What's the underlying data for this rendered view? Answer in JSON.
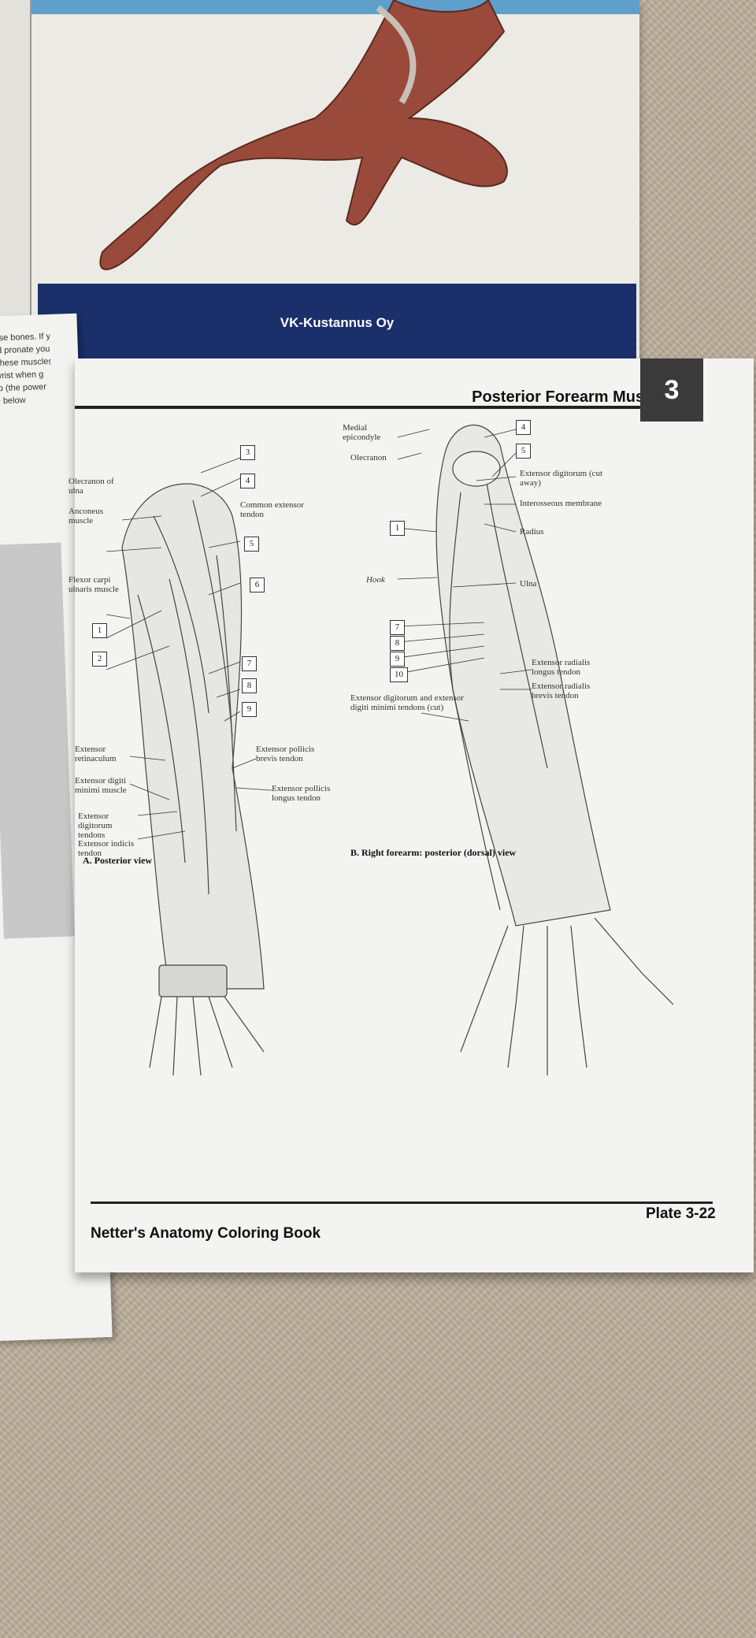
{
  "back_cover": {
    "publisher": "VK-Kustannus Oy"
  },
  "page": {
    "title": "Posterior Forearm Muscles",
    "chapter": "3",
    "footer_book": "Netter's Anatomy Coloring Book",
    "plate": "Plate 3-22"
  },
  "figure_a": {
    "caption": "A. Posterior view",
    "labels": {
      "olecranon": "Olecranon of ulna",
      "anconeus": "Anconeus muscle",
      "common_ext": "Common extensor tendon",
      "fcu": "Flexor carpi ulnaris muscle",
      "ext_ret": "Extensor retinaculum",
      "edm": "Extensor digiti minimi muscle",
      "edt": "Extensor digitorum tendons",
      "eit": "Extensor indicis tendon",
      "epb": "Extensor pollicis brevis tendon",
      "epl": "Extensor pollicis longus tendon"
    },
    "numbers": [
      "3",
      "4",
      "5",
      "6",
      "1",
      "2",
      "7",
      "8",
      "9"
    ]
  },
  "figure_b": {
    "caption": "B. Right forearm: posterior (dorsal) view",
    "labels": {
      "medial_epi": "Medial epicondyle",
      "olecranon": "Olecranon",
      "ext_dig_cut": "Extensor digitorum (cut away)",
      "interosseous": "Interosseous membrane",
      "radius": "Radius",
      "hook": "Hook",
      "ulna": "Ulna",
      "ecrl": "Extensor radialis longus tendon",
      "ecrb": "Extensor radialis brevis tendon",
      "edt_cut": "Extensor digitorum and extensor digiti minimi tendons (cut)"
    },
    "numbers": [
      "4",
      "5",
      "1",
      "7",
      "8",
      "9",
      "10"
    ]
  },
  "left_page": {
    "lines": [
      "these bones. If you",
      "and pronate your",
      "of these muscles",
      "e wrist when g",
      "grip (the power",
      "ple below"
    ]
  }
}
